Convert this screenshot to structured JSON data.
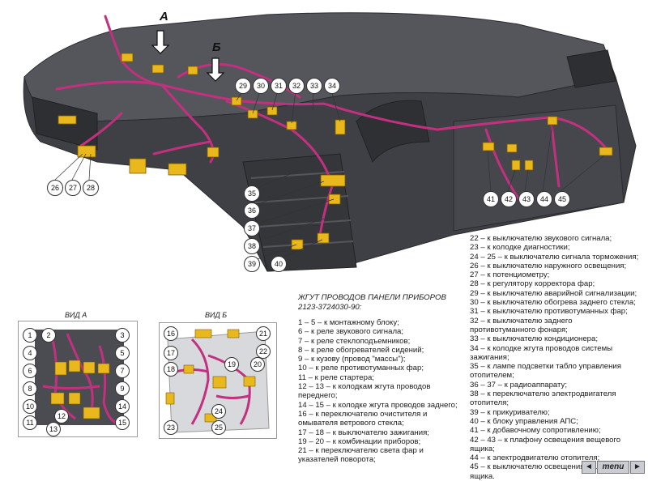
{
  "main_view": {
    "arrow_labels": [
      "А",
      "Б"
    ],
    "callouts_top": [
      "29",
      "30",
      "31",
      "32",
      "33",
      "34"
    ],
    "callouts_left": [
      "26",
      "27",
      "28"
    ],
    "callouts_mid": [
      "35",
      "36",
      "37",
      "38",
      "39",
      "40"
    ],
    "callouts_right": [
      "41",
      "42",
      "43",
      "44",
      "45"
    ]
  },
  "harness_title": [
    "ЖГУТ ПРОВОДОВ ПАНЕЛИ ПРИБОРОВ",
    "2123-3724030-90:"
  ],
  "legend_left": [
    "1 – 5 – к монтажному блоку;",
    "6 – к реле звукового сигнала;",
    "7 – к реле стеклоподъемников;",
    "8 – к реле обогревателей сидений;",
    "9 – к кузову (провод \"массы\");",
    "10 – к реле противотуманных фар;",
    "11 – к реле стартера;",
    "12 – 13 – к колодкам жгута проводов переднего;",
    "14 – 15 – к колодке жгута проводов заднего;",
    "16 – к переключателю очистителя и омывателя ветрового стекла;",
    "17 – 18 – к выключателю зажигания;",
    "19 – 20 – к комбинации приборов;",
    "21 – к переключателю света фар и указателей поворота;"
  ],
  "legend_right": [
    "22 – к выключателю звукового сигнала;",
    "23 – к колодке диагностики;",
    "24 – 25 – к выключателю сигнала торможения;",
    "26 – к выключателю наружного освещения;",
    "27 – к потенциометру;",
    "28 – к регулятору корректора фар;",
    "29 – к выключателю аварийной сигнализации;",
    "30 – к выключателю обогрева заднего стекла;",
    "31 – к выключателю противотуманных фар;",
    "32 – к выключателю заднего",
    "противотуманного фонаря;",
    "33 – к выключателю кондиционера;",
    "34 – к колодке жгута проводов системы",
    "зажигания;",
    "35 – к лампе подсветки табло управления",
    "отопителем;",
    "36 – 37 – к радиоаппарату;",
    "38 – к переключателю электродвигателя",
    "отопителя;",
    "39 – к прикуривателю;",
    "40 – к блоку управления АПС;",
    "41 – к добавочному сопротивлению;",
    "42 – 43 – к плафону освещения вещевого",
    "ящика;",
    "44 – к электродвигателю отопителя;",
    "45 – к выключателю освещения вещевого",
    "ящика."
  ],
  "view_a": {
    "title": "ВИД А",
    "callouts": [
      "1",
      "2",
      "3",
      "4",
      "5",
      "6",
      "7",
      "8",
      "9",
      "10",
      "11",
      "12",
      "13",
      "14",
      "15"
    ]
  },
  "view_b": {
    "title": "ВИД Б",
    "callouts": [
      "16",
      "17",
      "18",
      "19",
      "20",
      "21",
      "22",
      "23",
      "24",
      "25"
    ]
  },
  "nav": {
    "back_glyph": "◄",
    "menu_label": "menu",
    "forward_glyph": "►"
  },
  "colors": {
    "harness": "#c2307f",
    "connector": "#e8b81c",
    "panel": "#4a4b50",
    "panel_light": "#6a6b70"
  }
}
